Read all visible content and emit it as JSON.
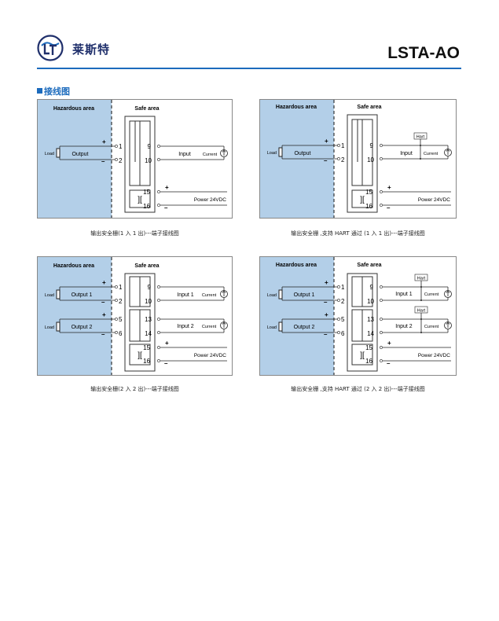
{
  "header": {
    "brand": "莱斯特",
    "model": "LSTA-AO",
    "accent_color": "#1c6bbd",
    "hazard_color": "#b3cfe8"
  },
  "section_title": "接线图",
  "diagrams": [
    {
      "hazard": "Hazardous area",
      "safe": "Safe area",
      "load": "Load",
      "output": "Output",
      "plus": "+",
      "minus": "–",
      "t1": "1",
      "t2": "2",
      "t9": "9",
      "t10": "10",
      "input": "Input",
      "current": "Current",
      "t15": "15",
      "t16": "16",
      "power": "Power 24VDC",
      "caption": "输出安全栅(1 入 1 出)---端子接线图"
    },
    {
      "hazard": "Hazardous area",
      "safe": "Safe area",
      "load": "Load",
      "output": "Output",
      "plus": "+",
      "minus": "–",
      "t1": "1",
      "t2": "2",
      "t9": "9",
      "t10": "10",
      "input": "Input",
      "current": "Current",
      "hart": "Hart",
      "t15": "15",
      "t16": "16",
      "power": "Power 24VDC",
      "caption": "输出安全栅 ,支持 HART 通过 (1 入 1 出)---端子接线图"
    },
    {
      "hazard": "Hazardous area",
      "safe": "Safe area",
      "load": "Load",
      "output1": "Output 1",
      "output2": "Output 2",
      "plus": "+",
      "minus": "–",
      "t1": "1",
      "t2": "2",
      "t5": "5",
      "t6": "6",
      "t9": "9",
      "t10": "10",
      "t13": "13",
      "t14": "14",
      "input1": "Input 1",
      "input2": "Input 2",
      "current": "Current",
      "t15": "15",
      "t16": "16",
      "power": "Power 24VDC",
      "caption": "输出安全栅(2 入 2 出)---端子接线图"
    },
    {
      "hazard": "Hazardous area",
      "safe": "Safe area",
      "load": "Load",
      "output1": "Output 1",
      "output2": "Output 2",
      "plus": "+",
      "minus": "–",
      "t1": "1",
      "t2": "2",
      "t5": "5",
      "t6": "6",
      "t9": "9",
      "t10": "10",
      "t13": "13",
      "t14": "14",
      "input1": "Input 1",
      "input2": "Input 2",
      "current": "Current",
      "hart": "Hart",
      "t15": "15",
      "t16": "16",
      "power": "Power 24VDC",
      "caption": "输出安全栅 ,支持 HART 通过 (2 入 2 出)---端子接线图"
    }
  ]
}
